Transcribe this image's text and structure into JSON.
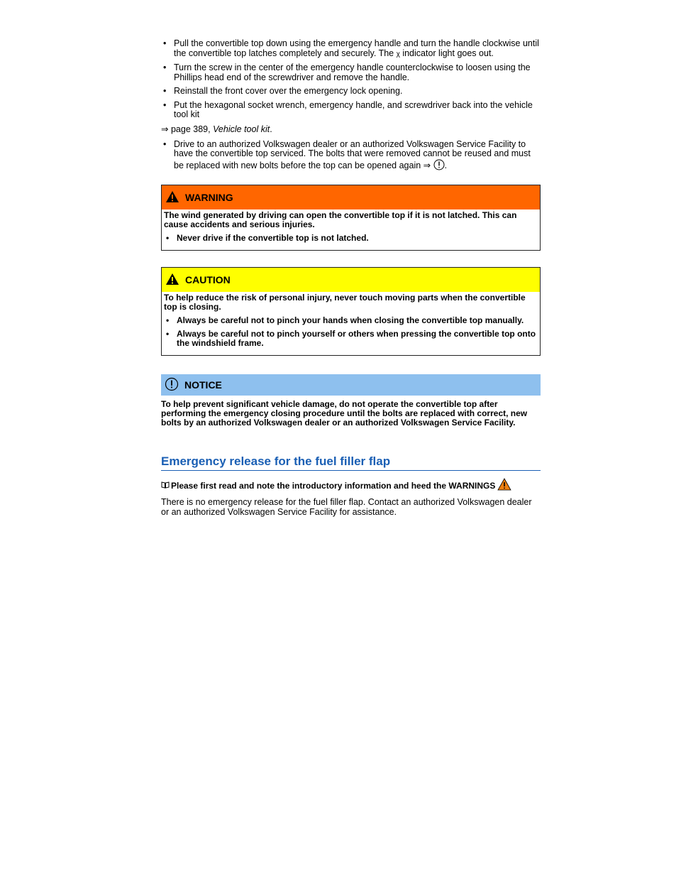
{
  "steps": [
    "Pull the convertible top down using the emergency handle and turn the handle clockwise until the convertible top latches completely and securely. The ",
    "Turn the screw in the center of the emergency handle counterclockwise to loosen using the Phillips head end of the screwdriver and remove the handle.",
    "Reinstall the front cover over the emergency lock opening.",
    "Put the hexagonal socket wrench, emergency handle, and screwdriver back into the vehicle tool kit"
  ],
  "step1_symbol": "χ",
  "step1_tail": " indicator light goes out.",
  "page_ref": {
    "arrow": "⇒",
    "text": "page 389,",
    "title": "Vehicle tool kit",
    "end": "."
  },
  "step5": "Drive to an authorized Volkswagen dealer or an authorized Volkswagen Service Facility to have the convertible top serviced. The bolts that were removed cannot be reused and must be replaced with new bolts before the top can be opened again ⇒",
  "step5_end": ".",
  "warning": {
    "label": "WARNING",
    "text": "The wind generated by driving can open the convertible top if it is not latched. This can cause accidents and serious injuries.",
    "bullets": [
      "Never drive if the convertible top is not latched."
    ]
  },
  "caution": {
    "label": "CAUTION",
    "text": "To help reduce the risk of personal injury, never touch moving parts when the convertible top is closing.",
    "bullets": [
      "Always be careful not to pinch your hands when closing the convertible top manually.",
      "Always be careful not to pinch yourself or others when pressing the convertible top onto the windshield frame."
    ]
  },
  "notice": {
    "label": "NOTICE",
    "text": "To help prevent significant vehicle damage, do not operate the convertible top after performing the emergency closing procedure until the bolts are replaced with correct, new bolts by an authorized Volkswagen dealer or an authorized Volkswagen Service Facility."
  },
  "section": {
    "title": "Emergency release for the fuel filler flap",
    "intro": "Please first read and note the introductory information and heed the WARNINGS",
    "body": "There is no emergency release for the fuel filler flap. Contact an authorized Volkswagen dealer or an authorized Volkswagen Service Facility for assistance."
  },
  "bullet_char": "•",
  "colors": {
    "warning": "#ff6600",
    "caution": "#ffff00",
    "notice": "#8ec0ee",
    "heading": "#1a5fb4"
  }
}
